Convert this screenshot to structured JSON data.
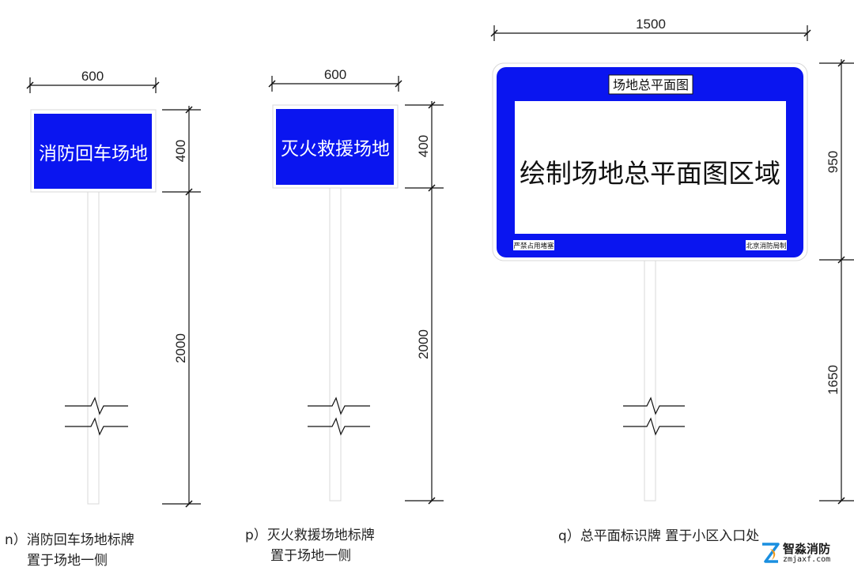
{
  "colors": {
    "sign_blue": "#0a15f0",
    "line": "#111111"
  },
  "signs": [
    {
      "id": "n",
      "width_label": "600",
      "board_height_label": "400",
      "post_height_label": "2000",
      "sign_text": "消防回车场地",
      "caption_line1": "n）消防回车场地标牌",
      "caption_line2": "置于场地一侧"
    },
    {
      "id": "p",
      "width_label": "600",
      "board_height_label": "400",
      "post_height_label": "2000",
      "sign_text": "灭火救援场地",
      "caption_line1": "p）灭火救援场地标牌",
      "caption_line2": "置于场地一侧"
    },
    {
      "id": "q",
      "width_label": "1500",
      "board_height_label": "950",
      "post_height_label": "1650",
      "header_text": "场地总平面图",
      "main_text": "绘制场地总平面图区域",
      "footer_left": "严禁占用堵塞",
      "footer_right": "北京消防局制",
      "caption_line1": "q）总平面标识牌  置于小区入口处"
    }
  ],
  "watermark": {
    "name": "智淼消防",
    "url": "zmjaxf.com",
    "icon": "logo-icon"
  }
}
